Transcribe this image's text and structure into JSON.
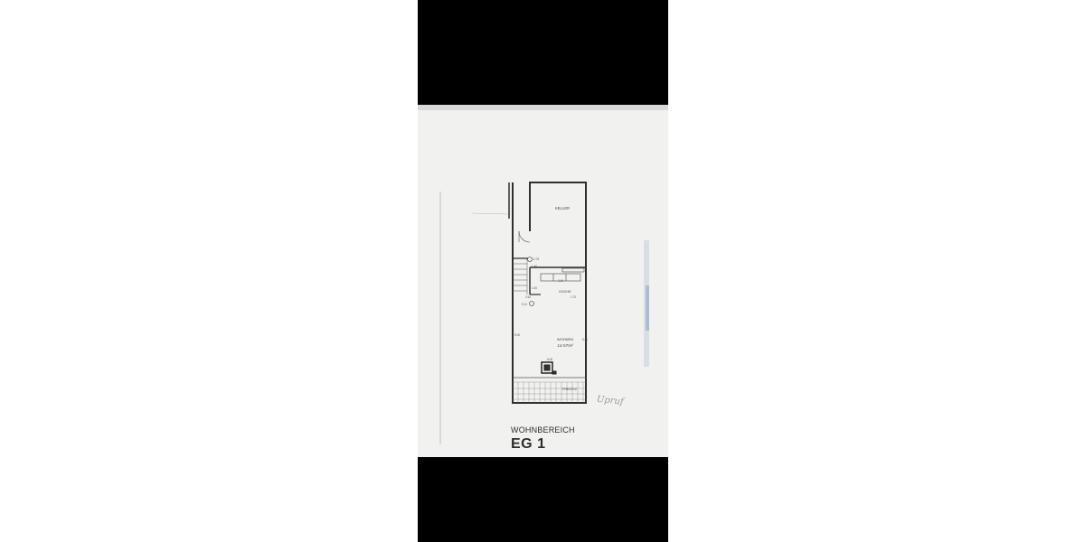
{
  "document": {
    "type": "floor plan",
    "rooms": {
      "keller": "KELLER",
      "kueche": "KÜCHE",
      "wohnen": "WOHNEN",
      "wohnen_area": "14.57m²",
      "freisitz": "FREISITZ"
    },
    "dimensions": [
      "2.75",
      "1.40",
      "2.62",
      "3.40",
      "1.40",
      "5.11",
      "1.70",
      "5.00",
      "5.00",
      "6.00"
    ],
    "handwriting": "Upruf",
    "caption_sub": "WOHNBEREICH",
    "caption_main": "EG 1"
  }
}
